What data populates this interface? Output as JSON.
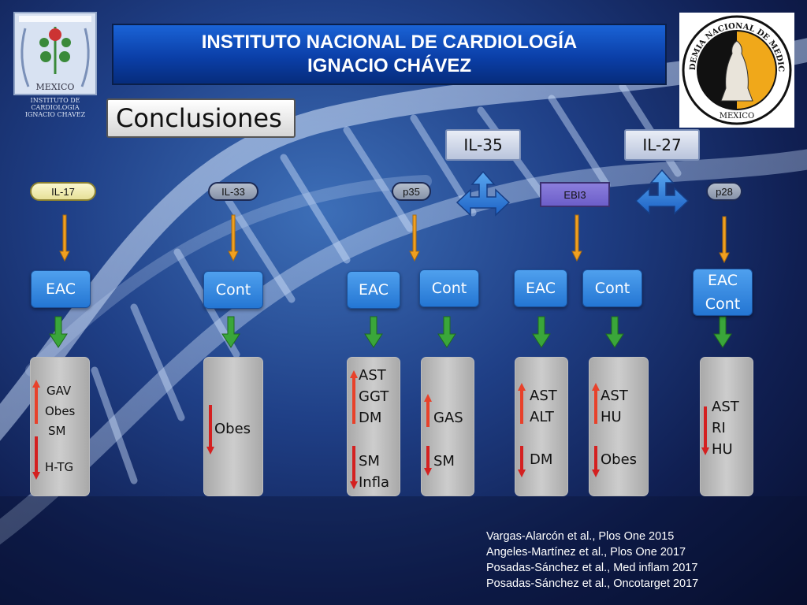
{
  "header": {
    "title_line1": "INSTITUTO NACIONAL DE CARDIOLOGÍA",
    "title_line2": "IGNACIO CHÁVEZ",
    "left_logo_text": [
      "MEXICO",
      "INSTITUTO DE",
      "CARDIOLOGIA",
      "IGNACIO CHAVEZ"
    ],
    "right_logo_text": [
      "ACADEMIA NACIONAL DE MEDICINA",
      "MEXICO"
    ]
  },
  "section_title": "Conclusiones",
  "cytokines": {
    "il35": "IL-35",
    "il27": "IL-27"
  },
  "markers": {
    "il17": "IL-17",
    "il33": "IL-33",
    "p35": "p35",
    "ebi3": "EBI3",
    "p28": "p28"
  },
  "groups": {
    "il17_group": "EAC",
    "il33_group": "Cont",
    "p35_group_a": "EAC",
    "p35_group_b": "Cont",
    "ebi3_group_a": "EAC",
    "ebi3_group_b": "Cont",
    "p28_group_line1": "EAC",
    "p28_group_line2": "Cont"
  },
  "results": {
    "il17": [
      "GAV",
      "Obes",
      "SM",
      "H-TG"
    ],
    "il33": [
      "Obes"
    ],
    "p35_eac": [
      "AST",
      "GGT",
      "DM",
      "SM",
      "Infla"
    ],
    "p35_cont": [
      "GAS",
      "SM"
    ],
    "ebi3_eac": [
      "AST",
      "ALT",
      "DM"
    ],
    "ebi3_cont": [
      "AST",
      "HU",
      "Obes"
    ],
    "p28": [
      "AST",
      "RI",
      "HU"
    ]
  },
  "references": [
    "Vargas-Alarcón et al., Plos One 2015",
    "Angeles-Martínez et al., Plos One 2017",
    "Posadas-Sánchez et al., Med inflam 2017",
    "Posadas-Sánchez et al., Oncotarget 2017"
  ],
  "colors": {
    "background": "#1f3f86",
    "banner": "#0b3fa8",
    "group_box": "#2f86e0",
    "result_box": "#bdbdbd",
    "arrow_up": "#e8412a",
    "arrow_down": "#d42020",
    "arrow_orange": "#f0a020",
    "arrow_green": "#3aa63a"
  }
}
